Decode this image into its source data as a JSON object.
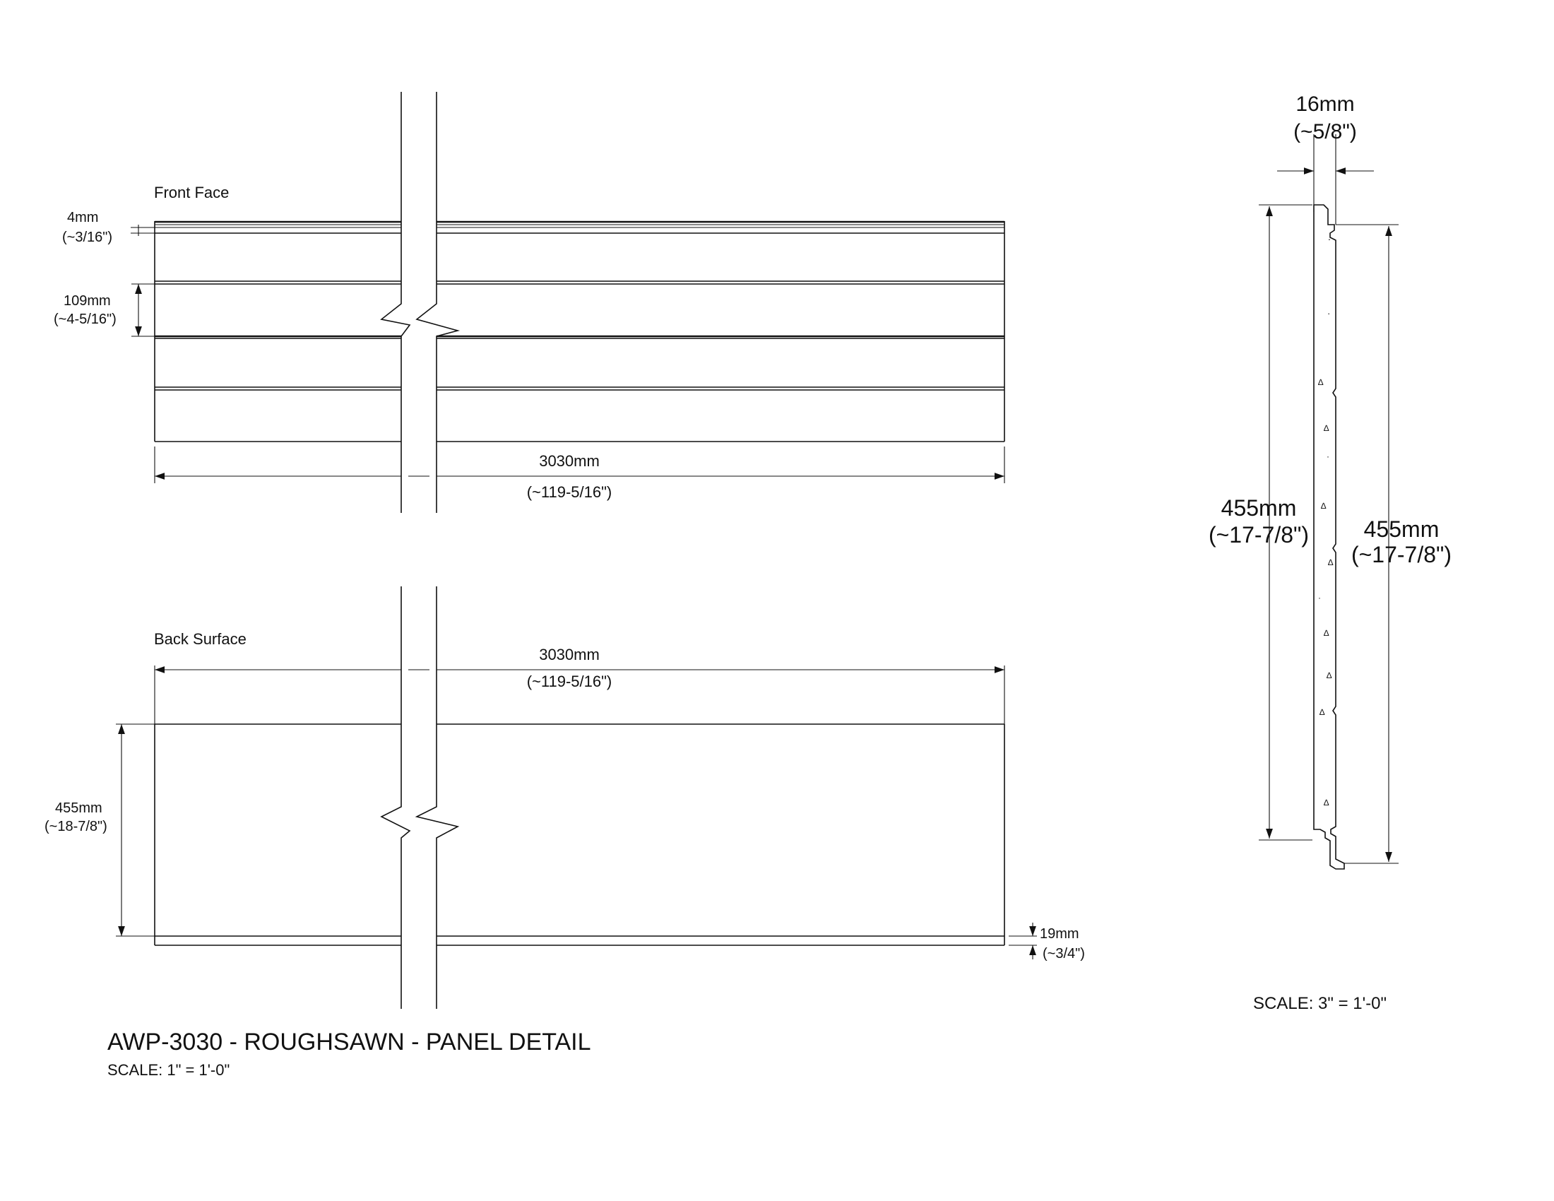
{
  "front_face": {
    "label": "Front Face",
    "top_dim": {
      "value": "4mm",
      "imperial": "(~3/16\")"
    },
    "board_dim": {
      "value": "109mm",
      "imperial": "(~4-5/16\")"
    },
    "length_dim": {
      "value": "3030mm",
      "imperial": "(~119-5/16\")"
    }
  },
  "back_surface": {
    "label": "Back Surface",
    "length_dim": {
      "value": "3030mm",
      "imperial": "(~119-5/16\")"
    },
    "height_dim": {
      "value": "455mm",
      "imperial": "(~18-7/8\")"
    },
    "lip_dim": {
      "value": "19mm",
      "imperial": "(~3/4\")"
    }
  },
  "section": {
    "thickness_dim": {
      "value": "16mm",
      "imperial": "(~5/8\")"
    },
    "left_height_dim": {
      "value": "455mm",
      "imperial": "(~17-7/8\")"
    },
    "right_height_dim": {
      "value": "455mm",
      "imperial": "(~17-7/8\")"
    },
    "scale": "SCALE:  3\" = 1'-0\""
  },
  "title_block": {
    "title": "AWP-3030 - ROUGHSAWN - PANEL DETAIL",
    "scale": "SCALE:  1\" = 1'-0\""
  }
}
